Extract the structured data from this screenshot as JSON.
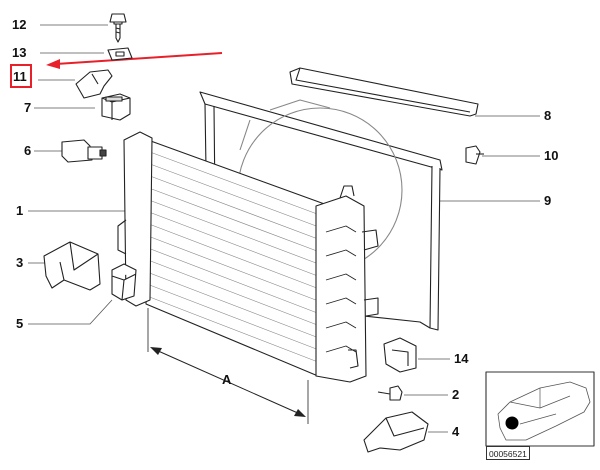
{
  "diagram": {
    "callouts": {
      "c12": "12",
      "c13": "13",
      "c11": "11",
      "c7": "7",
      "c6": "6",
      "c1": "1",
      "c3": "3",
      "c5": "5",
      "c8": "8",
      "c10": "10",
      "c9": "9",
      "c14": "14",
      "c2": "2",
      "c4": "4"
    },
    "dimension_label": "A",
    "highlighted_part": "11",
    "reference_code": "00056521",
    "colors": {
      "highlight": "#e8202a",
      "line": "#222222"
    }
  }
}
